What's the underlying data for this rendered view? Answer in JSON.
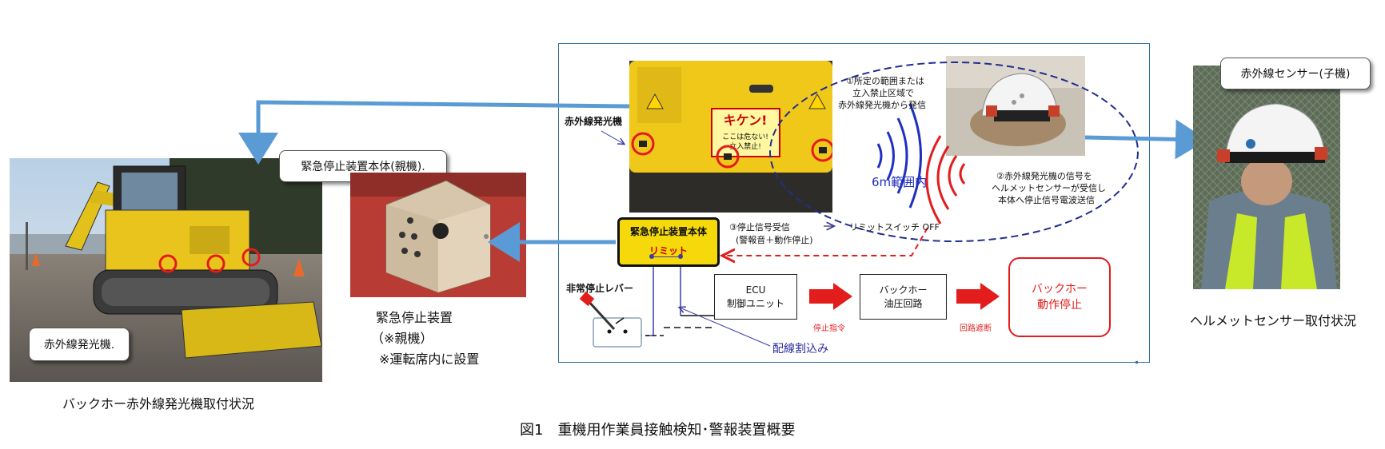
{
  "left_photo": {
    "callout_top": "緊急停止装置本体(親機).",
    "callout_bottom": "赤外線発光機.",
    "caption": "バックホー赤外線発光機取付状況"
  },
  "device_photo": {
    "caption_line1": "緊急停止装置",
    "caption_line2": "（※親機）",
    "caption_line3": "※運転席内に設置"
  },
  "diagram": {
    "ir_emitter_label": "赤外線発光機",
    "sign_line1": "キケン!",
    "sign_line2": "ここは危ない!",
    "sign_line3": "立入禁止!",
    "note1_line1": "①所定の範囲または",
    "note1_line2": "立入禁止区域で",
    "note1_line3": "赤外線発光機から発信",
    "range_label": "6m範囲内",
    "note2_line1": "②赤外線発光機の信号を",
    "note2_line2": "ヘルメットセンサーが受信し",
    "note2_line3": "本体へ停止信号電波送信",
    "note3_line1": "③停止信号受信",
    "note3_line2": "(警報音＋動作停止)",
    "limit_switch_label": "リミットスイッチ OFF",
    "main_unit_label": "緊急停止装置本体",
    "limit_label": "リミット",
    "emergency_lever_label": "非常停止レバー",
    "ecu_line1": "ECU",
    "ecu_line2": "制御ユニット",
    "stop_command": "停止指令",
    "hydraulic_line1": "バックホー",
    "hydraulic_line2": "油圧回路",
    "circuit_cut": "回路遮断",
    "result_line1": "バックホー",
    "result_line2": "動作停止",
    "wiring_label": "配線割込み"
  },
  "helmet_photo": {
    "callout": "赤外線センサー(子機)",
    "caption": "ヘルメットセンサー取付状況"
  },
  "figure_title": "図1　重機用作業員接触検知･警報装置概要",
  "colors": {
    "blue_arrow": "#5b9bd5",
    "dashed_blue": "#1f2f8f",
    "red": "#e31c1c",
    "yellow": "#f5d90a",
    "frame": "#2f6fa8"
  }
}
